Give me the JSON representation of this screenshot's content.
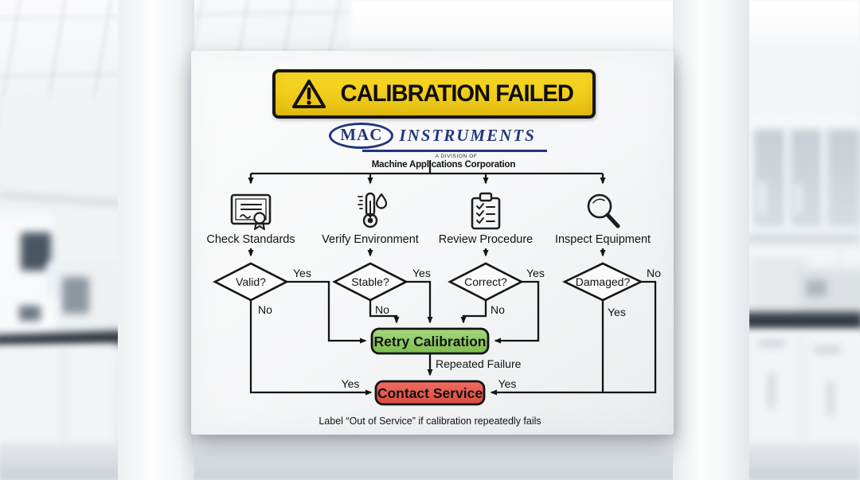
{
  "poster": {
    "banner": {
      "label": "CALIBRATION FAILED",
      "icon": "warning-triangle-icon"
    },
    "logo": {
      "mac": "MAC",
      "instruments": "INSTRUMENTS",
      "division": "A DIVISION OF",
      "company": "Machine Applications Corporation"
    },
    "branches": [
      {
        "icon": "certificate-icon",
        "label": "Check Standards",
        "question": "Valid?",
        "right_label": "Yes",
        "bottom_label": "No"
      },
      {
        "icon": "thermometer-icon",
        "label": "Verify Environment",
        "question": "Stable?",
        "right_label": "Yes",
        "bottom_label": "No"
      },
      {
        "icon": "clipboard-icon",
        "label": "Review Procedure",
        "question": "Correct?",
        "right_label": "Yes",
        "bottom_label": "No"
      },
      {
        "icon": "magnifier-icon",
        "label": "Inspect Equipment",
        "question": "Damaged?",
        "right_label": "No",
        "bottom_label": "Yes"
      }
    ],
    "retry": {
      "label": "Retry Calibration"
    },
    "contact": {
      "label": "Contact Service"
    },
    "flow_labels": {
      "repeated_failure": "Repeated Failure",
      "contact_left": "Yes",
      "contact_right": "Yes"
    },
    "footer": "Label “Out of Service” if calibration repeatedly fails"
  },
  "colors": {
    "banner_bg": "#f2cf1b",
    "logo_navy": "#24357d",
    "retry_green": "#8ec964",
    "contact_red": "#e6574c",
    "line_black": "#141414"
  }
}
